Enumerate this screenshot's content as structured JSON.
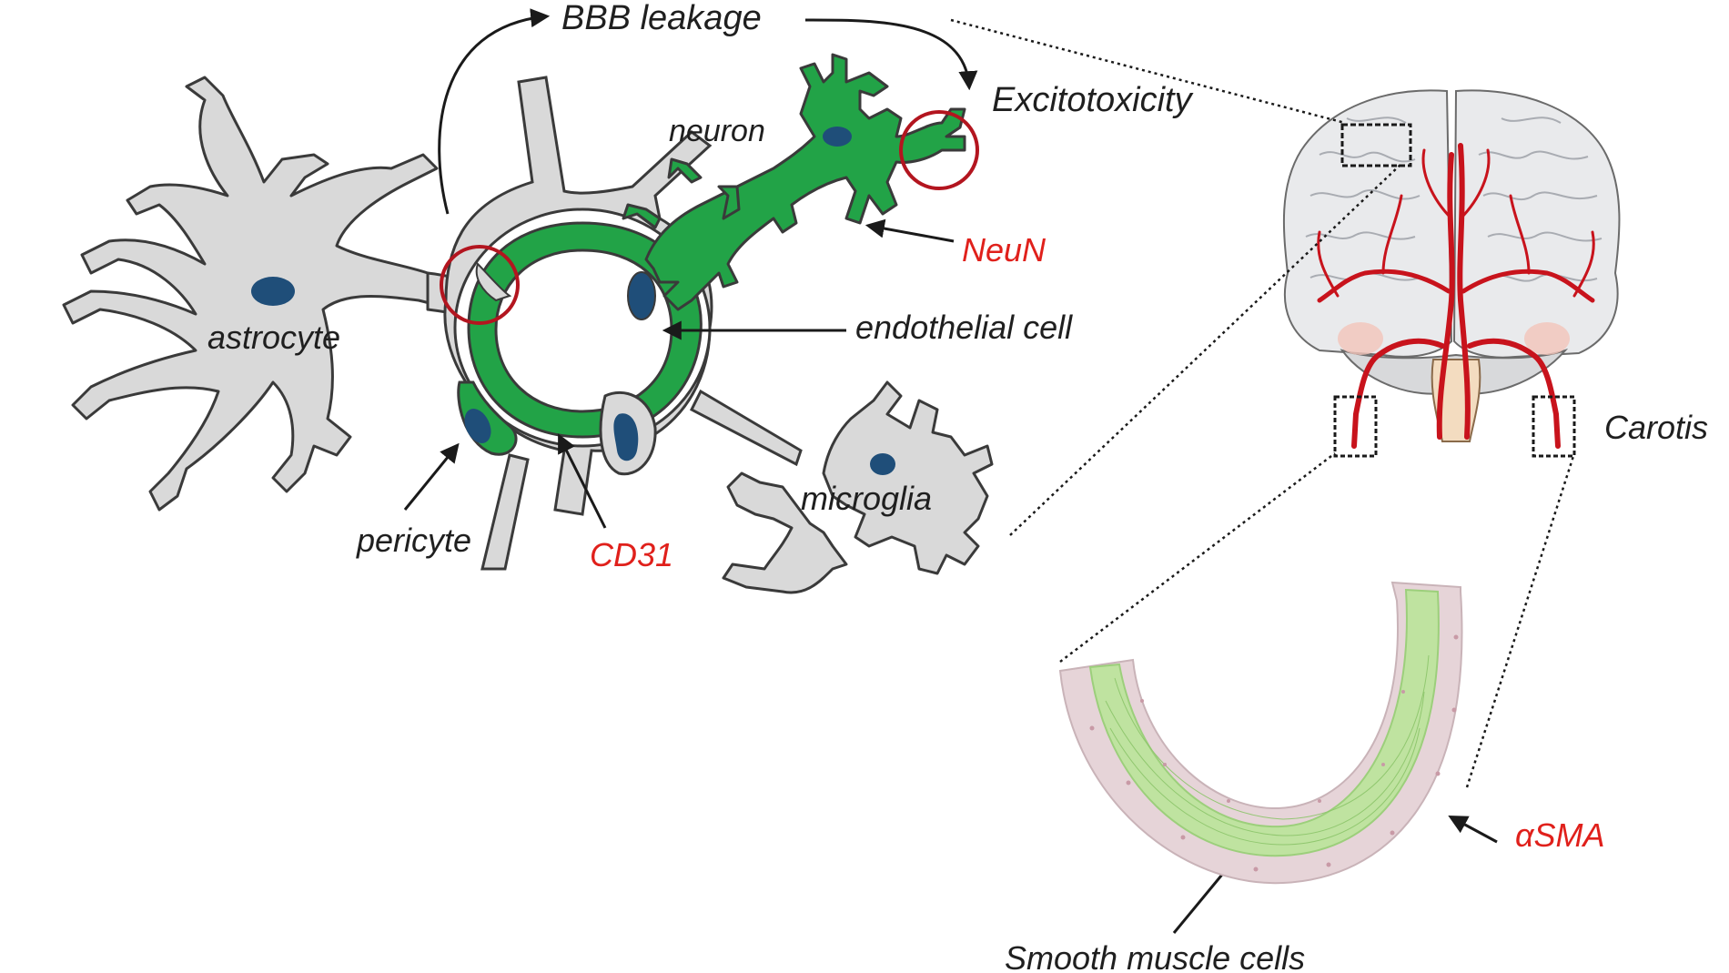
{
  "labels": {
    "bbb_leakage": "BBB leakage",
    "excitotoxicity": "Excitotoxicity",
    "neuron": "neuron",
    "neun": "NeuN",
    "endothelial_cell": "endothelial  cell",
    "astrocyte": "astrocyte",
    "microglia": "microglia",
    "pericyte": "pericyte",
    "cd31": "CD31",
    "carotis": "Carotis",
    "asma": "αSMA",
    "smooth_muscle_cells": "Smooth muscle cells"
  },
  "colors": {
    "cell_gray": "#d9d9d9",
    "outline": "#3a3a3a",
    "nucleus": "#1f4e79",
    "marker_green": "#22a347",
    "highlight_red": "#b3151f",
    "marker_label_red": "#e0201b",
    "artery_red": "#c8131c",
    "smooth_muscle_green": "#bfe3a0",
    "vessel_wall_pink": "#e6d4d8"
  }
}
